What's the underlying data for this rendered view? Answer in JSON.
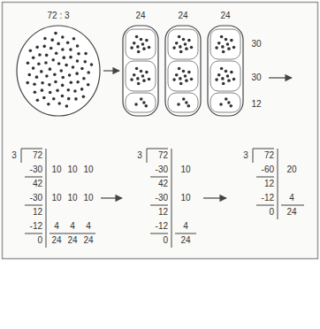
{
  "diagram": {
    "nodes": [
      {
        "text": [
          "72 : 3"
        ]
      },
      {
        "text": [
          "24"
        ]
      },
      {
        "text": [
          "24"
        ]
      },
      {
        "text": [
          "24"
        ]
      }
    ],
    "edges": [
      {
        "from": 0,
        "to": 1,
        "arrow": "to"
      }
    ],
    "labels": [
      "30",
      "30",
      "12",
      "3",
      "72",
      "-30",
      "42",
      "-30",
      "12",
      "-12",
      "0",
      "10",
      "10",
      "10",
      "10",
      "10",
      "10",
      "4",
      "4",
      "4",
      "24",
      "24",
      "24",
      "3",
      "72",
      "-30",
      "42",
      "-30",
      "12",
      "-12",
      "0",
      "10",
      "10",
      "4",
      "24",
      "3",
      "72",
      "-60",
      "12",
      "-12",
      "0",
      "20",
      "4",
      "24"
    ]
  }
}
